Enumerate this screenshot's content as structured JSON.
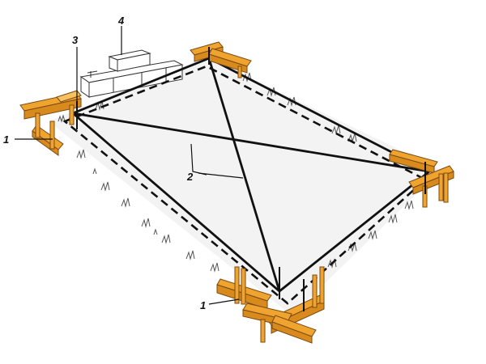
{
  "labels": {
    "batter_board": "1",
    "diagonal_strings": "2",
    "corner_stake": "3",
    "material_stack": "4"
  },
  "colors": {
    "timber": "#f0a430",
    "timber_edge": "#7a4a12",
    "line": "#111111",
    "ground_fill": "#f2f2f2"
  }
}
